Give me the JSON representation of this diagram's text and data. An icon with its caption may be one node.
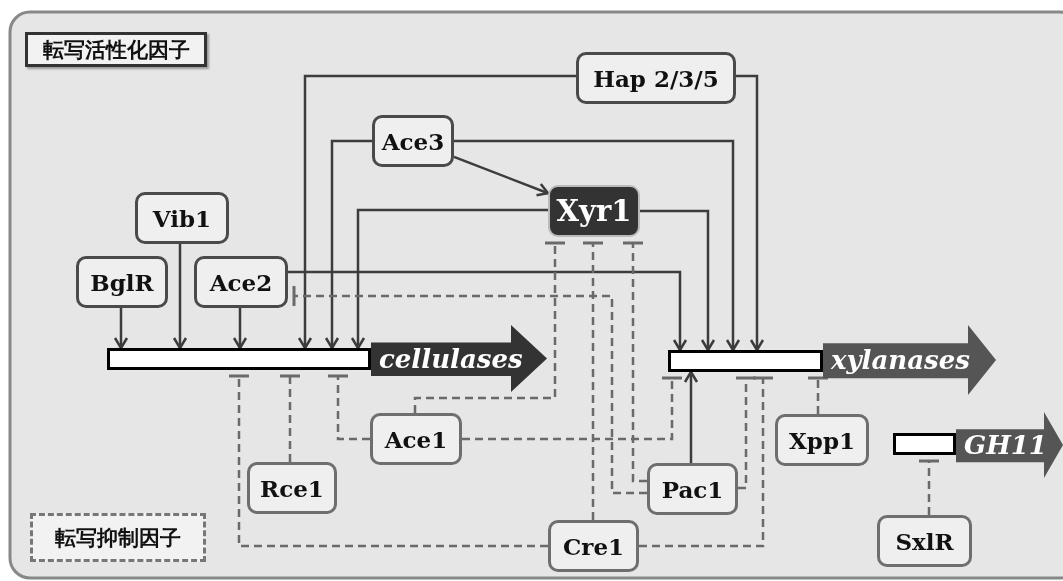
{
  "diagram": {
    "nodes": [
      {
        "text": [
          "Hap 2/3/5"
        ]
      },
      {
        "text": [
          "Ace3"
        ]
      },
      {
        "text": [
          "Xyr1"
        ]
      },
      {
        "text": [
          "Vib1"
        ]
      },
      {
        "text": [
          "BglR"
        ]
      },
      {
        "text": [
          "Ace2"
        ]
      },
      {
        "text": [],
        "shape": "bar"
      },
      {
        "text": [
          "cellulases"
        ]
      },
      {
        "text": [],
        "shape": "bar"
      },
      {
        "text": [
          "xylanases"
        ]
      },
      {
        "text": [
          "Ace1"
        ]
      },
      {
        "text": [
          "Xpp1"
        ]
      },
      {
        "text": [],
        "shape": "bar"
      },
      {
        "text": [
          "GH11"
        ]
      },
      {
        "text": [
          "Rce1"
        ]
      },
      {
        "text": [
          "Pac1"
        ]
      },
      {
        "text": [
          "Cre1"
        ]
      },
      {
        "text": [
          "SxlR"
        ]
      }
    ],
    "edges": [
      {
        "from": 1,
        "to": 2,
        "arrow": "to"
      },
      {
        "from": 4,
        "to": 6,
        "arrow": "to"
      },
      {
        "from": 3,
        "to": 6,
        "arrow": "to"
      },
      {
        "from": 5,
        "to": 6,
        "arrow": "to"
      },
      {
        "from": 0,
        "to": 6,
        "arrow": "to"
      },
      {
        "from": 1,
        "to": 6,
        "arrow": "to"
      },
      {
        "from": 2,
        "to": 6,
        "arrow": "to"
      },
      {
        "from": 5,
        "to": 8,
        "arrow": "to"
      },
      {
        "from": 0,
        "to": 8,
        "arrow": "to"
      },
      {
        "from": 1,
        "to": 8,
        "arrow": "to"
      },
      {
        "from": 2,
        "to": 8,
        "arrow": "to"
      },
      {
        "from": 15,
        "to": 8,
        "arrow": "to"
      },
      {
        "from": 10,
        "to": 6,
        "arrow": "other",
        "style": "dashed"
      },
      {
        "from": 10,
        "to": 2,
        "arrow": "other",
        "style": "dashed"
      },
      {
        "from": 10,
        "to": 8,
        "arrow": "other",
        "style": "dashed"
      },
      {
        "from": 14,
        "to": 6,
        "arrow": "other",
        "style": "dashed"
      },
      {
        "from": 16,
        "to": 6,
        "arrow": "other",
        "style": "dashed"
      },
      {
        "from": 16,
        "to": 2,
        "arrow": "other",
        "style": "dashed"
      },
      {
        "from": 16,
        "to": 8,
        "arrow": "other",
        "style": "dashed"
      },
      {
        "from": 15,
        "to": 5,
        "arrow": "other",
        "style": "dashed"
      },
      {
        "from": 15,
        "to": 2,
        "arrow": "other",
        "style": "dashed"
      },
      {
        "from": 15,
        "to": 8,
        "arrow": "other",
        "style": "dashed"
      },
      {
        "from": 11,
        "to": 8,
        "arrow": "other",
        "style": "dashed"
      },
      {
        "from": 17,
        "to": 12,
        "arrow": "other",
        "style": "dashed"
      }
    ],
    "legend": [
      {
        "text": "転写活性化因子"
      },
      {
        "text": "転写抑制因子"
      }
    ]
  }
}
